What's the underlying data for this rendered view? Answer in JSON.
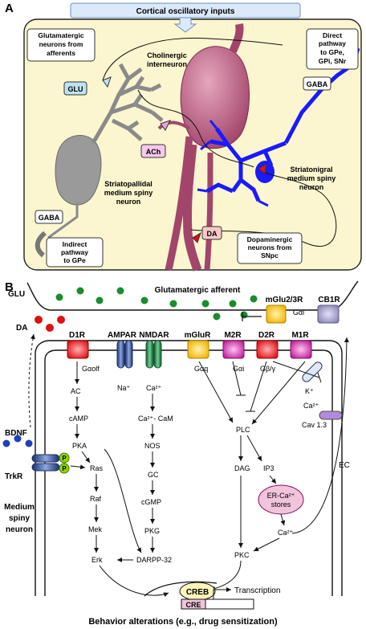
{
  "panel_a": {
    "label": "A",
    "top_banner": "Cortical oscillatory inputs",
    "glut_box": [
      "Glutamatergic",
      "neurons from",
      "afferents"
    ],
    "cholinergic": [
      "Cholinergic",
      "interneuron"
    ],
    "direct_box": [
      "Direct",
      "pathway",
      "to GPe,",
      "GPi, SNr"
    ],
    "glu_tag": "GLU",
    "ach_tag": "ACh",
    "gaba_tag_right": "GABA",
    "gaba_tag_left": "GABA",
    "da_tag": "DA",
    "striatopallidal": [
      "Striatopallidal",
      "medium spiny",
      "neuron"
    ],
    "striatonigral": [
      "Striatonigral",
      "medium spiny",
      "neuron"
    ],
    "indirect_box": [
      "Indirect",
      "pathway",
      "to GPe"
    ],
    "dopa_box": [
      "Dopaminergic",
      "neurons from",
      "SNpc"
    ]
  },
  "panel_b": {
    "label": "B",
    "glu": "GLU",
    "afferent": "Glutamatergic afferent",
    "mglu23": "mGlu2/3R",
    "cb1r": "CB1R",
    "galphai_top": "Gαi",
    "da": "DA",
    "receptors": [
      "D1R",
      "AMPAR",
      "NMDAR",
      "mGluR",
      "M2R",
      "D2R",
      "M1R"
    ],
    "galphaolf": "Gαolf",
    "na": "Na⁺",
    "ca": "Ca²⁺",
    "galphaq": "Gαq",
    "galphai": "Gαi",
    "gbg": "Gβ/γ",
    "k": "K⁺",
    "ca_ch": "Ca²⁺",
    "cav": "Cav 1.3",
    "ac": "AC",
    "camp": "cAMP",
    "pka": "PKA",
    "ras": "Ras",
    "raf": "Raf",
    "mek": "Mek",
    "erk": "Erk",
    "ca_cam": "Ca²⁺- CaM",
    "nos": "NOS",
    "gc": "GC",
    "cgmp": "cGMP",
    "pkg": "PKG",
    "darpp": "DARPP-32",
    "plc": "PLC",
    "dag": "DAG",
    "ip3": "IP3",
    "er_stores": [
      "ER-Ca²⁺",
      "stores"
    ],
    "ca_out": "Ca²⁺",
    "pkc": "PKC",
    "ec": "EC",
    "bdnf": "BDNF",
    "trkr": "TrkR",
    "p": "P",
    "msn": [
      "Medium",
      "spiny",
      "neuron"
    ],
    "creb": "CREB",
    "cre": "CRE",
    "transcription": "Transcription",
    "footer": "Behavior alterations (e.g., drug sensitization)"
  }
}
